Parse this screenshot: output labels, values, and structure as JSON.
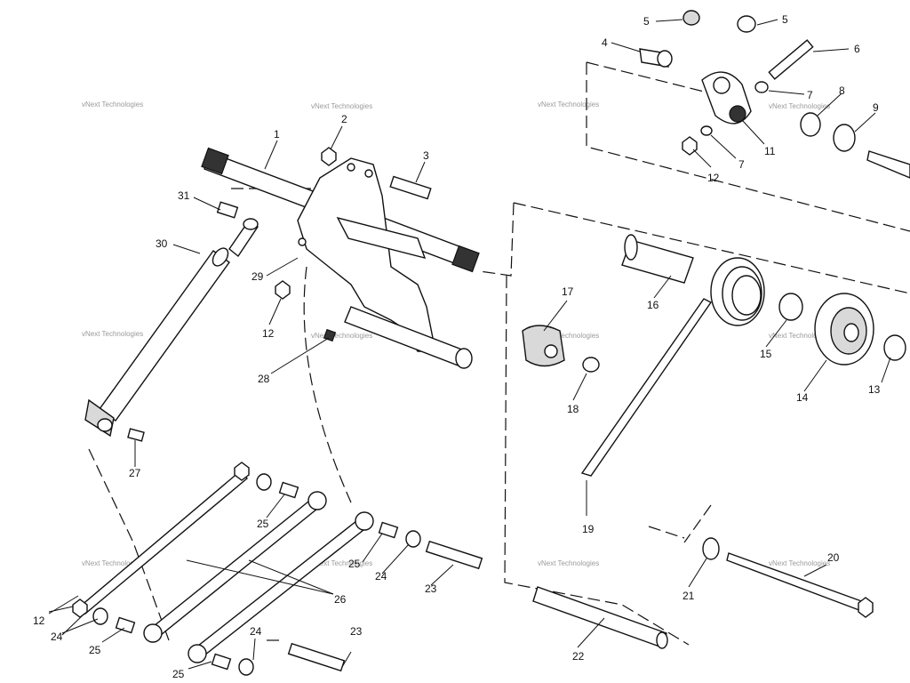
{
  "callouts": [
    {
      "id": "c1",
      "label": "1"
    },
    {
      "id": "c2",
      "label": "2"
    },
    {
      "id": "c3",
      "label": "3"
    },
    {
      "id": "c4",
      "label": "4"
    },
    {
      "id": "c5a",
      "label": "5"
    },
    {
      "id": "c5b",
      "label": "5"
    },
    {
      "id": "c6",
      "label": "6"
    },
    {
      "id": "c7a",
      "label": "7"
    },
    {
      "id": "c7b",
      "label": "7"
    },
    {
      "id": "c8",
      "label": "8"
    },
    {
      "id": "c9",
      "label": "9"
    },
    {
      "id": "c11",
      "label": "11"
    },
    {
      "id": "c12a",
      "label": "12"
    },
    {
      "id": "c12b",
      "label": "12"
    },
    {
      "id": "c12c",
      "label": "12"
    },
    {
      "id": "c13",
      "label": "13"
    },
    {
      "id": "c14",
      "label": "14"
    },
    {
      "id": "c15",
      "label": "15"
    },
    {
      "id": "c16",
      "label": "16"
    },
    {
      "id": "c17",
      "label": "17"
    },
    {
      "id": "c18",
      "label": "18"
    },
    {
      "id": "c19",
      "label": "19"
    },
    {
      "id": "c20",
      "label": "20"
    },
    {
      "id": "c21",
      "label": "21"
    },
    {
      "id": "c22",
      "label": "22"
    },
    {
      "id": "c23a",
      "label": "23"
    },
    {
      "id": "c23b",
      "label": "23"
    },
    {
      "id": "c24a",
      "label": "24"
    },
    {
      "id": "c24b",
      "label": "24"
    },
    {
      "id": "c24c",
      "label": "24"
    },
    {
      "id": "c25a",
      "label": "25"
    },
    {
      "id": "c25b",
      "label": "25"
    },
    {
      "id": "c25c",
      "label": "25"
    },
    {
      "id": "c25d",
      "label": "25"
    },
    {
      "id": "c26",
      "label": "26"
    },
    {
      "id": "c27",
      "label": "27"
    },
    {
      "id": "c28",
      "label": "28"
    },
    {
      "id": "c29",
      "label": "29"
    },
    {
      "id": "c30",
      "label": "30"
    },
    {
      "id": "c31",
      "label": "31"
    }
  ],
  "watermark": "vNext Technologies"
}
